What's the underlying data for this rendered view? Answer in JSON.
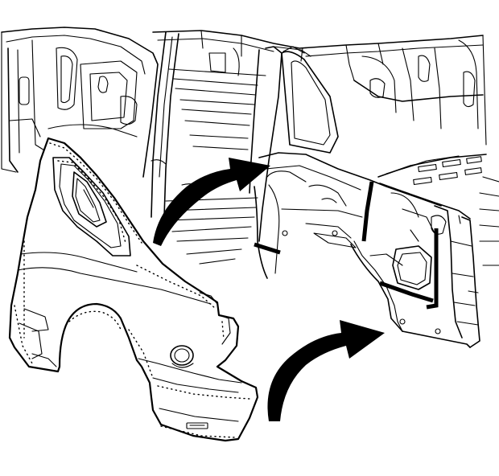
{
  "diagram": {
    "background": "#ffffff",
    "line_color": "#000000",
    "parts": [
      "vehicle-body-rear-section",
      "rear-quarter-panel",
      "fuel-filler-door-opening",
      "sealer-bead-marks",
      "installation-arrows"
    ],
    "arrows": [
      {
        "name": "install-arrow-upper",
        "direction": "toward-body"
      },
      {
        "name": "install-arrow-lower",
        "direction": "toward-body"
      }
    ]
  }
}
